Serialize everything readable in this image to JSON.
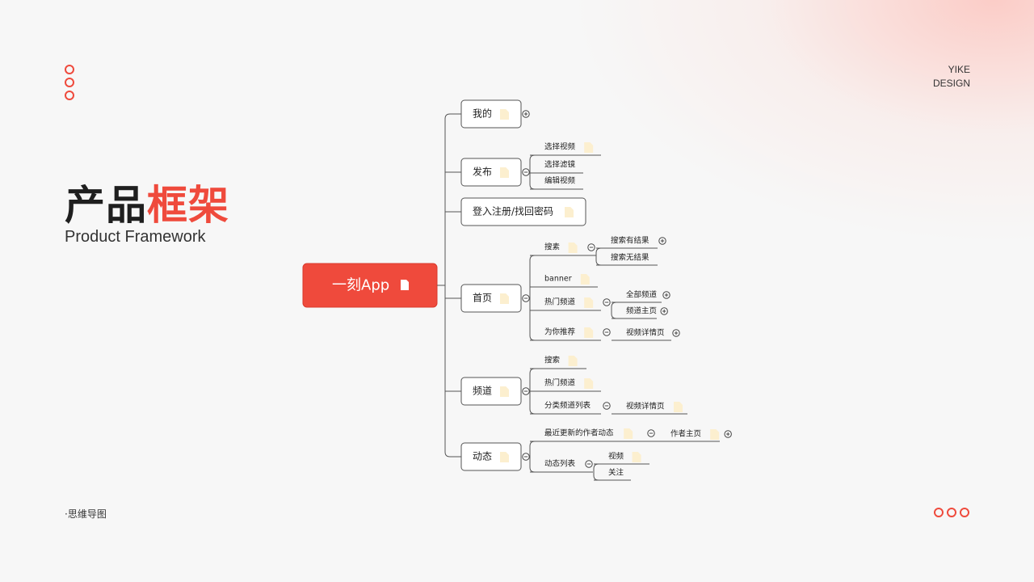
{
  "brand": {
    "line1": "YIKE",
    "line2": "DESIGN"
  },
  "title": {
    "part_dark": "产品",
    "part_red": "框架"
  },
  "subtitle": "Product Framework",
  "footnote": "·思维导图",
  "colors": {
    "accent": "#ef4a3c",
    "line": "#555555",
    "doc_icon": "#fcefcf",
    "root_fill": "#ef4a3c"
  },
  "icons": {
    "document": "document-icon",
    "collapse": "collapse-circle-icon",
    "expand": "expand-circle-icon",
    "ring": "ring-dot-icon"
  },
  "mindmap": {
    "root": {
      "label": "一刻App",
      "icon": "document"
    },
    "branches": [
      {
        "label": "我的",
        "toggle": "expand",
        "children": []
      },
      {
        "label": "发布",
        "toggle": "collapse",
        "children": [
          {
            "label": "选择视频",
            "note": true
          },
          {
            "label": "选择滤镜"
          },
          {
            "label": "编辑视频"
          }
        ]
      },
      {
        "label": "登入注册/找回密码",
        "children": []
      },
      {
        "label": "首页",
        "toggle": "collapse",
        "children": [
          {
            "label": "搜素",
            "note": true,
            "toggle": "collapse",
            "children": [
              {
                "label": "搜索有结果",
                "toggle": "expand"
              },
              {
                "label": "搜索无结果"
              }
            ]
          },
          {
            "label": "banner",
            "note": true
          },
          {
            "label": "热门频道",
            "note": true,
            "toggle": "collapse",
            "children": [
              {
                "label": "全部频道",
                "toggle": "expand"
              },
              {
                "label": "频道主页",
                "toggle": "expand"
              }
            ]
          },
          {
            "label": "为你推荐",
            "note": true,
            "toggle": "collapse",
            "children": [
              {
                "label": "视频详情页",
                "toggle": "expand"
              }
            ]
          }
        ]
      },
      {
        "label": "频道",
        "toggle": "collapse",
        "children": [
          {
            "label": "搜索",
            "note": true
          },
          {
            "label": "热门频道",
            "note": true
          },
          {
            "label": "分类频道列表",
            "toggle": "collapse",
            "children": [
              {
                "label": "视频详情页",
                "note": true
              }
            ]
          }
        ]
      },
      {
        "label": "动态",
        "toggle": "collapse",
        "children": [
          {
            "label": "最近更新的作者动态",
            "note": true,
            "toggle": "collapse",
            "children": [
              {
                "label": "作者主页",
                "note": true,
                "toggle": "expand"
              }
            ]
          },
          {
            "label": "动态列表",
            "toggle": "collapse",
            "children": [
              {
                "label": "视频",
                "note": true
              },
              {
                "label": "关注"
              }
            ]
          }
        ]
      }
    ]
  }
}
